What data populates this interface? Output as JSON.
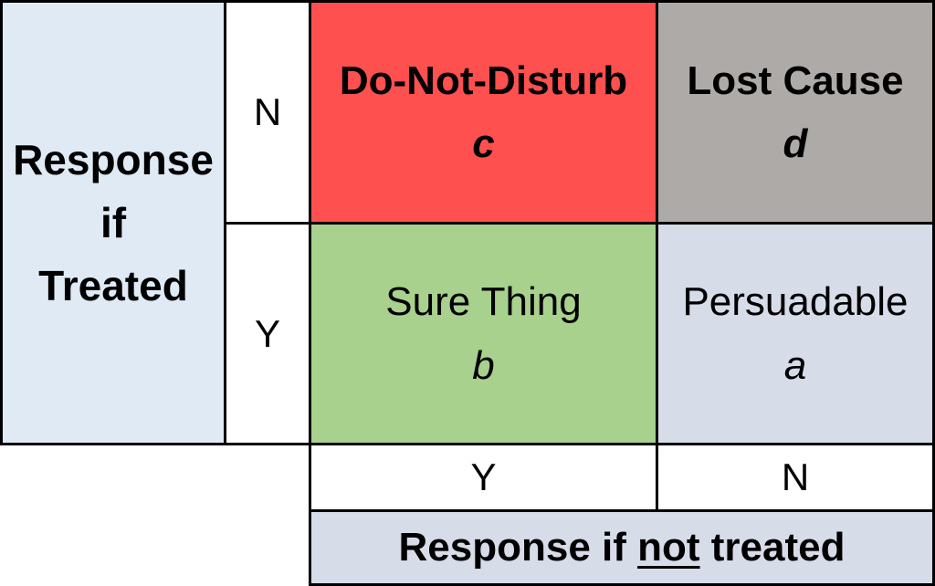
{
  "colors": {
    "side_label_bg": "#dfeaf5",
    "do_not_disturb": "#ff5050",
    "lost_cause": "#aeaaa8",
    "sure_thing": "#a9d18e",
    "persuadable": "#d6dce8",
    "bottom_title_bg": "#d6dce8",
    "border": "#000000"
  },
  "row_header": {
    "line1": "Response",
    "line2": "if",
    "line3": "Treated"
  },
  "row_values": {
    "top": "N",
    "bottom": "Y"
  },
  "column_values": {
    "left": "Y",
    "right": "N"
  },
  "column_header": {
    "prefix": "Response if ",
    "underlined": "not",
    "suffix": " treated"
  },
  "quadrants": {
    "do_not_disturb": {
      "name": "Do-Not-Disturb",
      "letter": "c"
    },
    "lost_cause": {
      "name": "Lost Cause",
      "letter": "d"
    },
    "sure_thing": {
      "name": "Sure Thing",
      "letter": "b"
    },
    "persuadable": {
      "name": "Persuadable",
      "letter": "a"
    }
  }
}
